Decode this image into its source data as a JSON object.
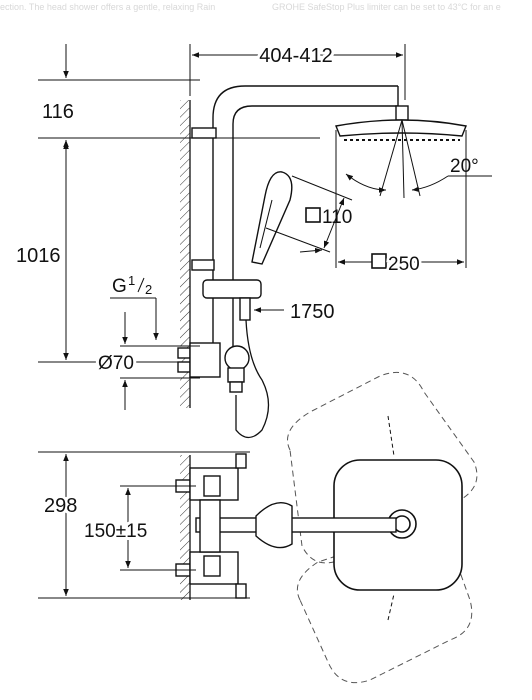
{
  "banner": {
    "left_text": "ection. The head shower offers a gentle, relaxing Rain",
    "right_text": "GROHE SafeStop Plus limiter can be set to 43°C for an e"
  },
  "dimensions": {
    "width_range": "404-412",
    "d116": "116",
    "d1016": "1016",
    "thread_g": "G",
    "thread_num": "1",
    "thread_den": "2",
    "diameter": "Ø70",
    "hand_shower_size": "110",
    "head_shower_size": "250",
    "hose_length": "1750",
    "angle": "20°",
    "depth": "298",
    "centres": "150±15"
  }
}
